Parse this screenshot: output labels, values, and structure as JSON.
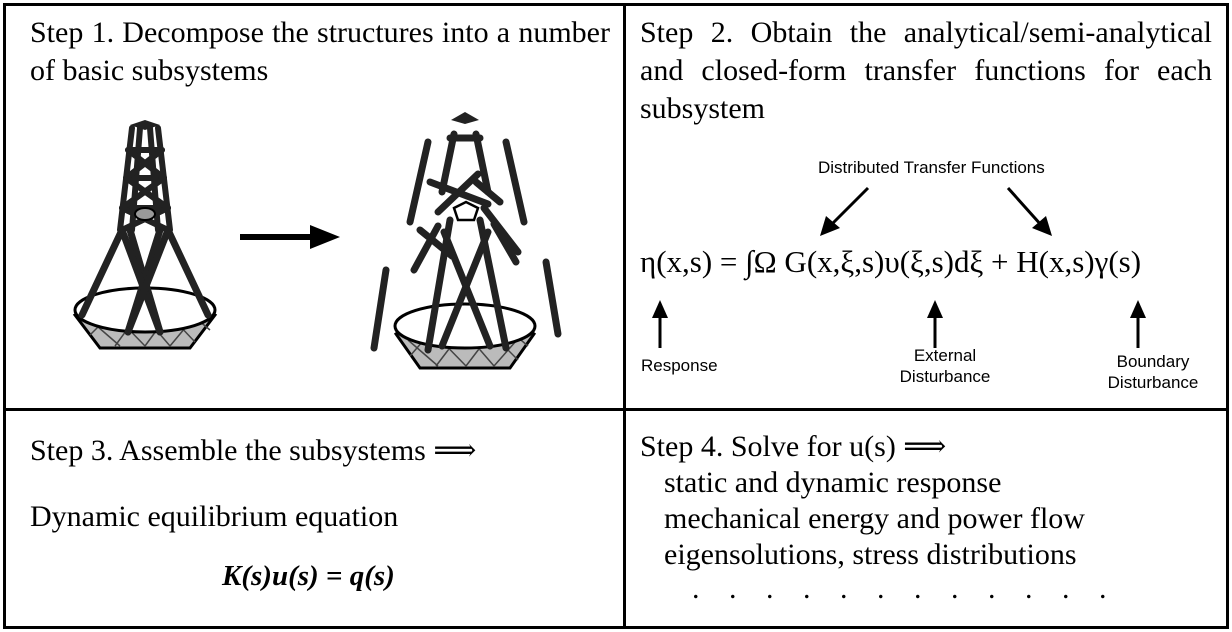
{
  "step1": {
    "title": "Step 1. Decompose the structures into a number of basic subsystems"
  },
  "step2": {
    "title": "Step 2. Obtain the analytical/semi-analytical and closed-form transfer functions for each subsystem",
    "dtf_label": "Distributed Transfer Functions",
    "equation": "η(x,s) = ∫Ω G(x,ξ,s)υ(ξ,s)dξ + H(x,s)γ(s)",
    "response_label": "Response",
    "external_label_1": "External",
    "external_label_2": "Disturbance",
    "boundary_label_1": "Boundary",
    "boundary_label_2": "Disturbance"
  },
  "step3": {
    "title": "Step 3.  Assemble the subsystems ⟹",
    "subtitle": "Dynamic equilibrium equation",
    "equation": "K(s)u(s) = q(s)"
  },
  "step4": {
    "title": "Step 4. Solve for u(s) ⟹",
    "items": [
      "static and dynamic response",
      "mechanical energy and power flow",
      "eigensolutions, stress distributions"
    ],
    "ellipsis": ". . . . . . . . . . . ."
  }
}
